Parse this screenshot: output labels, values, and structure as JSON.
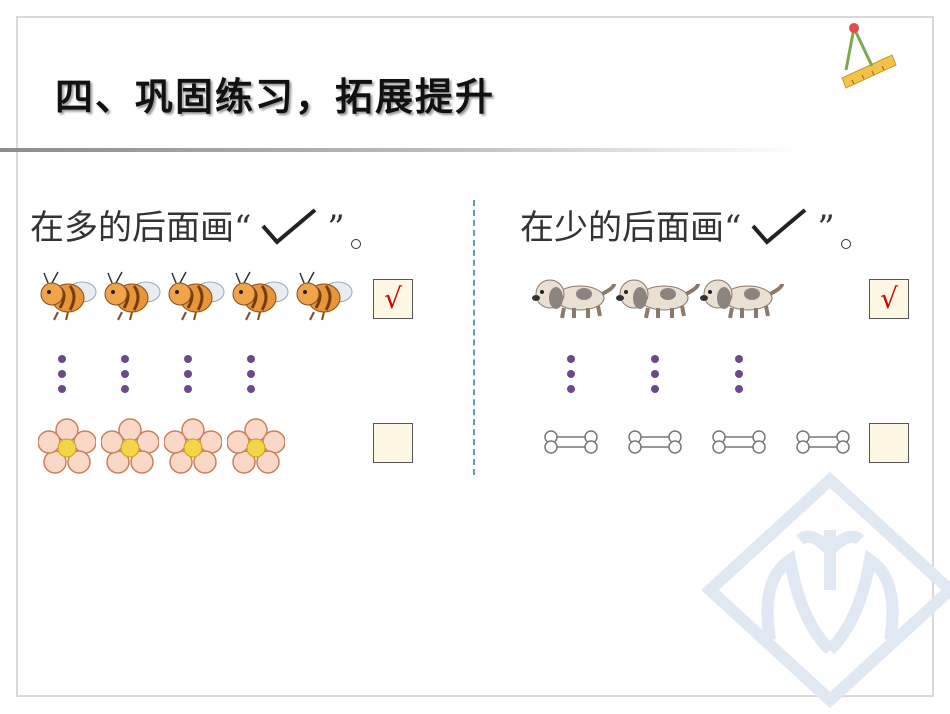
{
  "title": "四、巩固练习，拓展提升",
  "left": {
    "instruction_pre": "在多的后面画“",
    "instruction_post": "”",
    "top_row_item": "bee-icon",
    "top_row_count": 5,
    "bottom_row_item": "flower-icon",
    "bottom_row_count": 4,
    "dot_columns": 4,
    "top_answer": "√",
    "bottom_answer": ""
  },
  "right": {
    "instruction_pre": "在少的后面画“",
    "instruction_post": "”",
    "top_row_item": "dog-icon",
    "top_row_count": 3,
    "bottom_row_item": "bone-icon",
    "bottom_row_count": 4,
    "dot_columns": 3,
    "top_answer": "√",
    "bottom_answer": ""
  },
  "colors": {
    "divider": "#5a9fb5",
    "check_mark": "#d40000",
    "box_fill": "#fdf7e3",
    "dots": "#6b4a8c"
  }
}
